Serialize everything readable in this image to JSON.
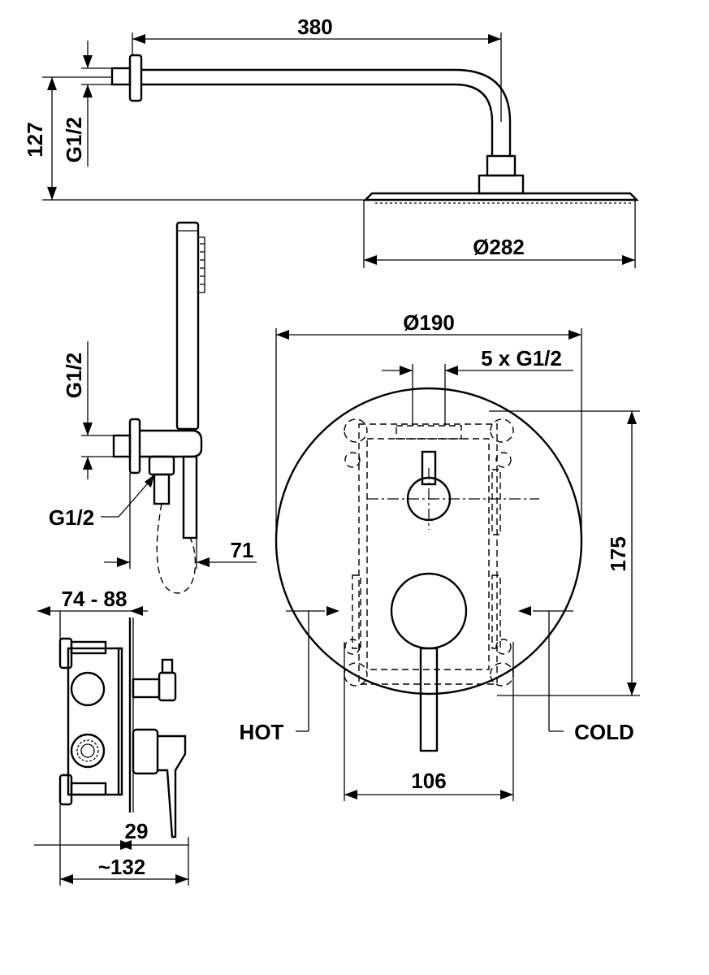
{
  "dimensions": {
    "arm_length": "380",
    "arm_height": "127",
    "arm_thread": "G1/2",
    "head_diameter": "Ø282",
    "hand_thread_top": "G1/2",
    "hand_thread_hose": "G1/2",
    "hand_projection": "71",
    "plate_diameter": "Ø190",
    "outlets": "5 x G1/2",
    "box_height": "175",
    "hot": "HOT",
    "cold": "COLD",
    "inlet_spacing": "106",
    "depth_range": "74 - 88",
    "plate_thickness": "29",
    "total_depth": "~132"
  }
}
